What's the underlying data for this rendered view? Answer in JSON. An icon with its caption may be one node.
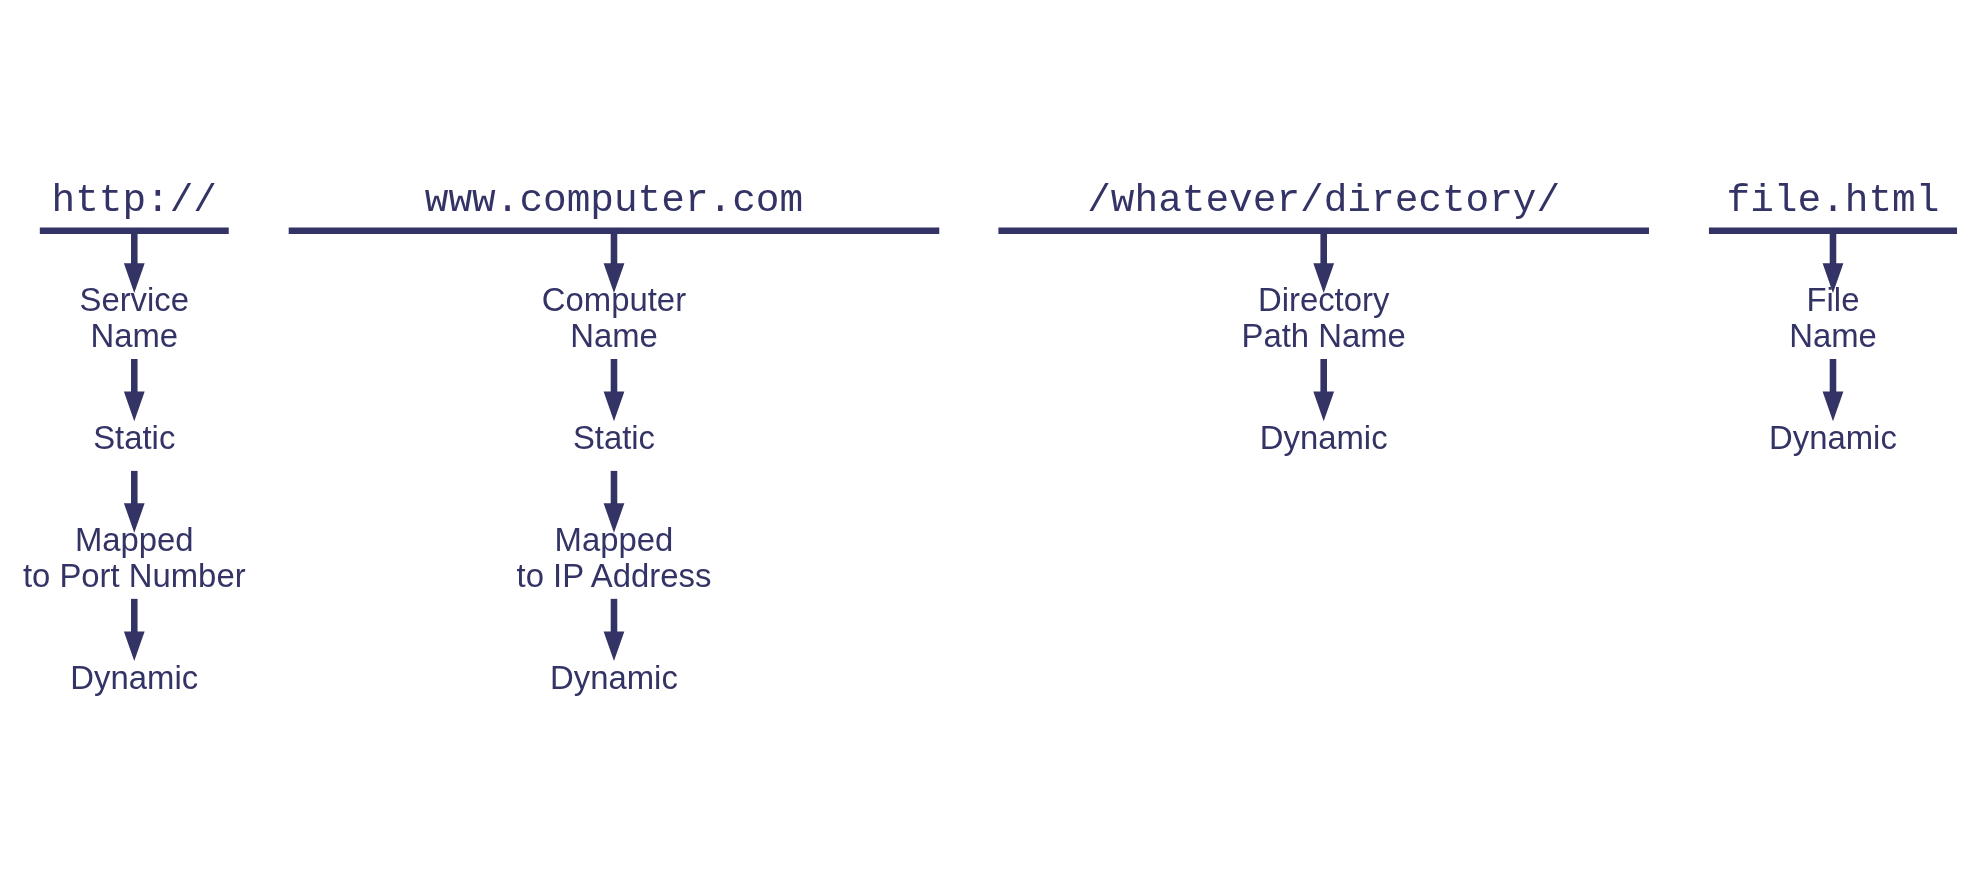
{
  "diagram": {
    "nodes": [
      {
        "text": [
          "http://"
        ]
      },
      {
        "text": [
          "www.computer.com"
        ]
      },
      {
        "text": [
          "/whatever/directory/"
        ]
      },
      {
        "text": [
          "file.html"
        ]
      },
      {
        "text": [
          "Service Name"
        ]
      },
      {
        "text": [
          "Computer Name"
        ]
      },
      {
        "text": [
          "Directory Path Name"
        ]
      },
      {
        "text": [
          "File Name"
        ]
      },
      {
        "text": [
          "Static"
        ]
      },
      {
        "text": [
          "Static"
        ]
      },
      {
        "text": [
          "Dynamic"
        ]
      },
      {
        "text": [
          "Dynamic"
        ]
      },
      {
        "text": [
          "Mapped to Port Number"
        ]
      },
      {
        "text": [
          "Mapped to IP Address"
        ]
      },
      {
        "text": [
          "Dynamic"
        ]
      },
      {
        "text": [
          "Dynamic"
        ]
      }
    ],
    "edges": [
      {
        "from": 0,
        "to": 4,
        "arrow": "to"
      },
      {
        "from": 4,
        "to": 8,
        "arrow": "to"
      },
      {
        "from": 8,
        "to": 12,
        "arrow": "to"
      },
      {
        "from": 12,
        "to": 14,
        "arrow": "to"
      },
      {
        "from": 1,
        "to": 5,
        "arrow": "to"
      },
      {
        "from": 5,
        "to": 9,
        "arrow": "to"
      },
      {
        "from": 9,
        "to": 13,
        "arrow": "to"
      },
      {
        "from": 13,
        "to": 15,
        "arrow": "to"
      },
      {
        "from": 2,
        "to": 6,
        "arrow": "to"
      },
      {
        "from": 6,
        "to": 10,
        "arrow": "to"
      },
      {
        "from": 3,
        "to": 7,
        "arrow": "to"
      },
      {
        "from": 7,
        "to": 11,
        "arrow": "to"
      }
    ]
  }
}
